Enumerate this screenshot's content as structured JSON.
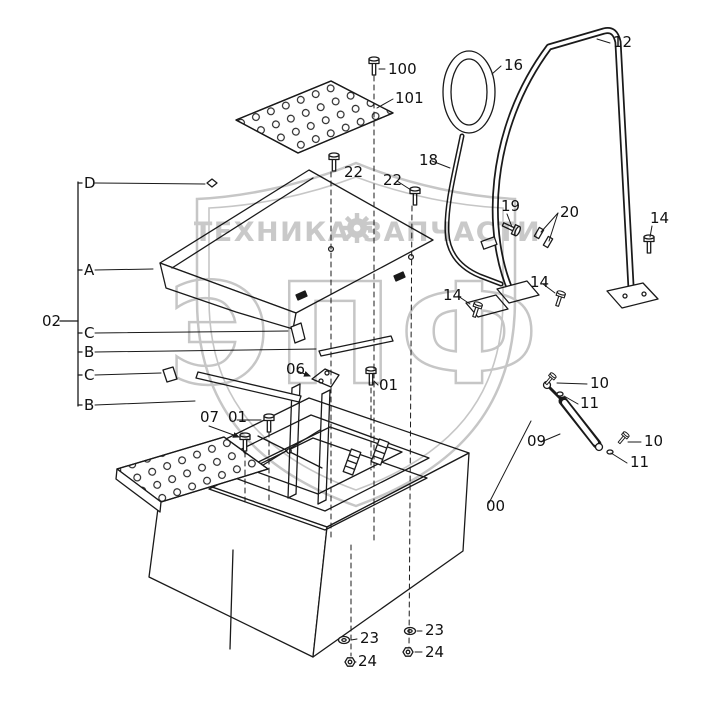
{
  "watermark": {
    "left": "ТЕХНИКА",
    "right": "ЗАПЧАСТИ",
    "monogram": "ЭПФ"
  },
  "labels": {
    "n100": "100",
    "n101": "101",
    "n22a": "22",
    "n22b": "22",
    "n16": "16",
    "n12": "12",
    "n18": "18",
    "n19": "19",
    "n20": "20",
    "n14a": "14",
    "n14b": "14",
    "n14c": "14",
    "refD": "D",
    "refA": "A",
    "ref02": "02",
    "refC1": "C",
    "refB1": "B",
    "refC2": "C",
    "refB2": "B",
    "n06": "06",
    "n01a": "01",
    "n07": "07",
    "n01b": "01",
    "n09": "09",
    "n10a": "10",
    "n11a": "11",
    "n10b": "10",
    "n11b": "11",
    "n00": "00",
    "n23a": "23",
    "n24a": "24",
    "n23b": "23",
    "n24b": "24"
  }
}
